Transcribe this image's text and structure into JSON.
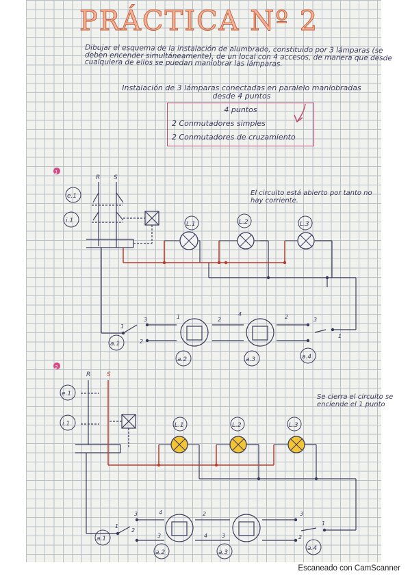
{
  "title": "PRÁCTICA Nº 2",
  "statement": "Dibujar el esquema de la instalación de alumbrado, constituido por 3 lámparas (se deben encender simultáneamente), de un local con 4 accesos, de manera que desde cualquiera de ellos se puedan maniobrar las lámparas.",
  "heading": "Instalación de 3 lámparas conectadas en paralelo maniobradas desde 4 puntos",
  "materials": [
    "4 puntos",
    "2 Conmutadores simples",
    "2 Conmutadores de cruzamiento"
  ],
  "section_markers": [
    "1",
    "2"
  ],
  "note_open": "El circuito está abierto por tanto no hay corriente.",
  "note_closed": "Se cierra el circuito se enciende el 1 punto",
  "labels": {
    "e1": "e.1",
    "i1": "i.1",
    "R": "R",
    "S": "S",
    "L1": "L.1",
    "L2": "L.2",
    "L3": "L.3",
    "a1": "a.1",
    "a2": "a.2",
    "a3": "a.3",
    "a4": "a.4",
    "t1": "1",
    "t2": "2",
    "t3": "3",
    "t4": "4"
  },
  "colors": {
    "ink": "#3a3a5c",
    "phase": "#c0392b",
    "lamp_off": "#f2f2f2",
    "lamp_on": "#f3c533",
    "marker": "#d24a86",
    "box": "#c14d73"
  },
  "footer": "Escaneado con CamScanner"
}
